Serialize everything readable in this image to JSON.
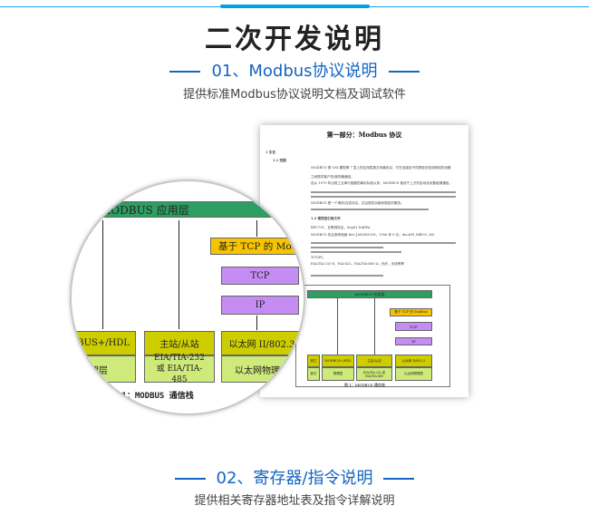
{
  "header": {
    "title": "二次开发说明"
  },
  "section1": {
    "title": "01、Modbus协议说明",
    "subtitle": "提供标准Modbus协议说明文档及调试软件"
  },
  "section2": {
    "title": "02、寄存器/指令说明",
    "subtitle": "提供相关寄存器地址表及指令详解说明"
  },
  "doc": {
    "heading": "第一部分：Modbus 协议",
    "s1": "1  引言",
    "s11": "1.1  范围",
    "p1": "MODBUS 是 OSI 模型第 7 层上的应用层报文传输协议，它在连接至不同类型总线或网络的设备",
    "p1b": "之间提供客户机/服务器通信。",
    "p2": "自从 1979 年出现工业串行链路的事实标准以来，MODBUS 使成千上万的自动化设备能够通信。",
    "p3": "MODBUS 是一个请求/应答协议，并且提供功能码规定的服务。",
    "s12": "1.2  规范性引用文件",
    "r1": "RFC791，互联网协议，Sep81 DARPA",
    "r2": "MODBUS 协议参考指南 Rev J,MODICON，1996 年 6 月，doc#PI_MBUS_300",
    "r3": "TCP/IP。",
    "r4": "EIA/TIA-232-E、EIA-422、EIA/TIA-485-A；光纤，无线等等",
    "caption": "图 1：MODBUS 通信栈"
  },
  "diagram": {
    "app_layer": "MODBUS 应用层",
    "tcp_modbus": "基于 TCP 的 Modbus",
    "tcp": "TCP",
    "ip": "IP",
    "other": "其它",
    "other_phy": "其它",
    "hdl": "MODBUS+/HDL",
    "hdl_phy": "物理层",
    "master_slave": "主站/从站",
    "serial_phy": "EIA/TIA-232 或 EIA/TIA-485",
    "ethernet": "以太网 II/802.3",
    "ethernet_phy": "以太网物理层",
    "caption": "图 1：MODBUS 通信栈"
  },
  "colors": {
    "accent": "#1565c0",
    "bar": "#00a0e9",
    "green": "#2e9e62",
    "yellow": "#f6c400",
    "purple": "#c58cf4",
    "olive": "#cdcd00",
    "lightgreen": "#cdea7a"
  }
}
